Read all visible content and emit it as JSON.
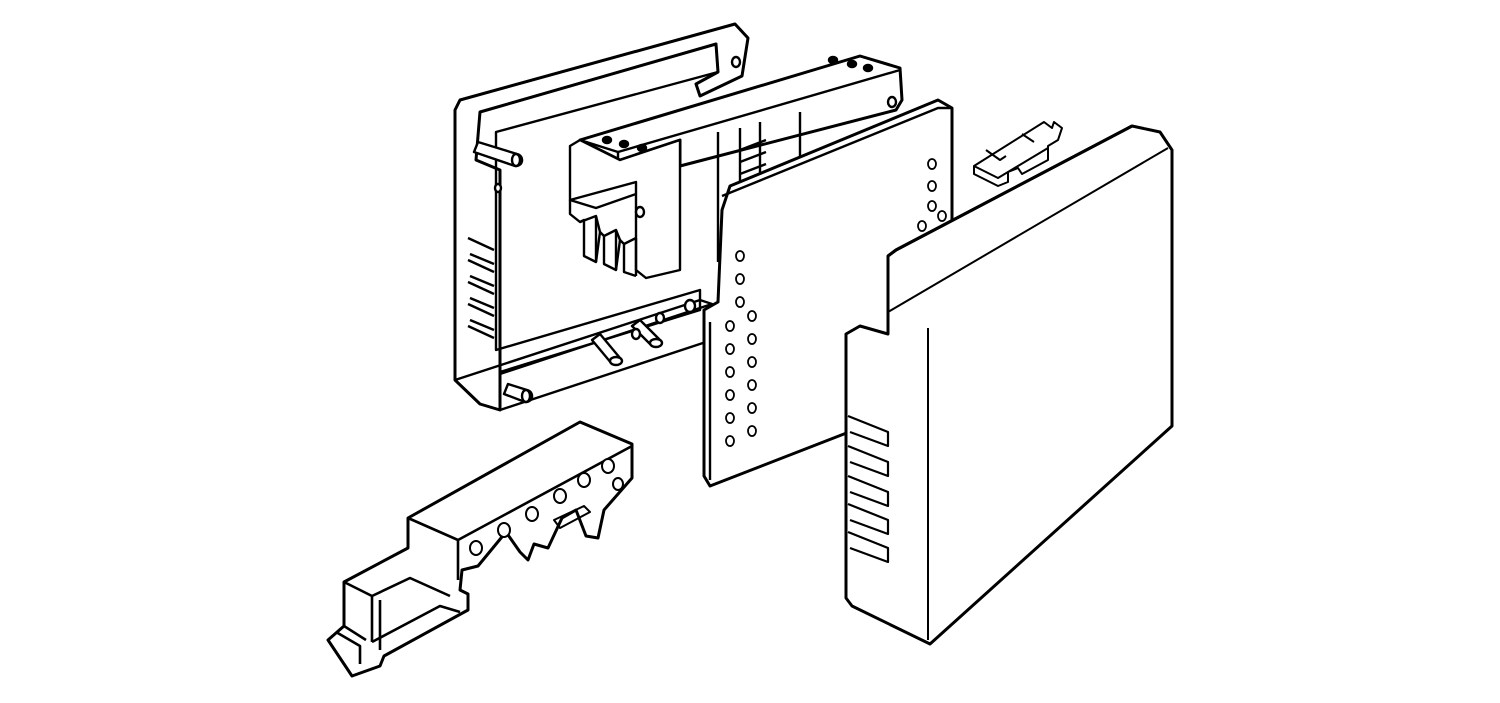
{
  "diagram": {
    "type": "exploded-isometric-line-drawing",
    "stroke_color": "#000000",
    "fill_color": "#ffffff",
    "background_color": "#ffffff",
    "labels_shown": false,
    "parts": [
      {
        "id": "frame",
        "icon": "rectangular-frame-with-handle"
      },
      {
        "id": "upper-terminal-block",
        "icon": "terminal-block-with-pins"
      },
      {
        "id": "pcb",
        "icon": "perforated-circuit-board"
      },
      {
        "id": "bus-connector",
        "icon": "small-bus-connector-clip"
      },
      {
        "id": "cover",
        "icon": "housing-cover-with-vent-slots"
      },
      {
        "id": "lower-terminal-block",
        "icon": "din-rail-foot-terminal-block"
      }
    ]
  }
}
